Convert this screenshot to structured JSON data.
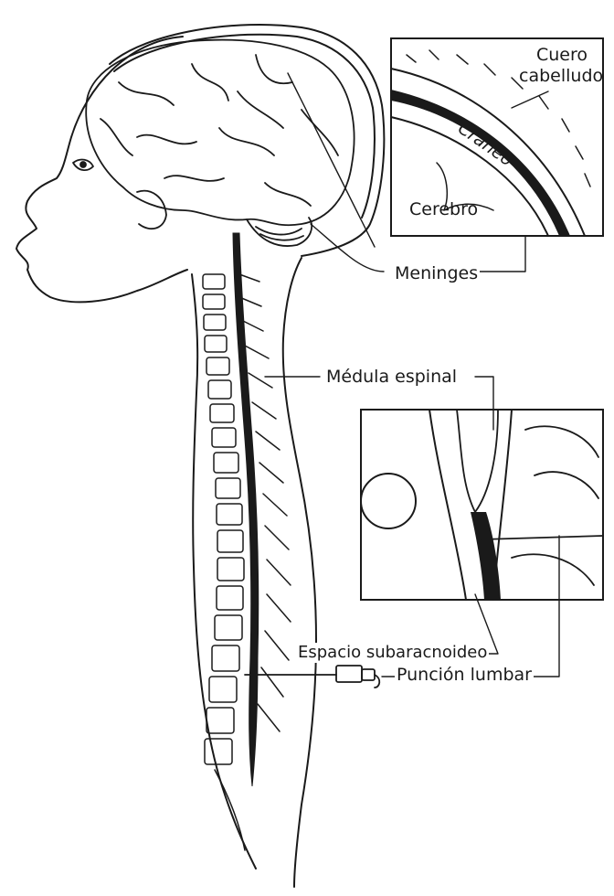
{
  "labels": {
    "scalp": "Cuero\ncabelludo",
    "scalp_line1": "Cuero",
    "scalp_line2": "cabelludo",
    "skull": "Cráneo",
    "brain": "Cerebro",
    "meninges": "Meninges",
    "spinal_cord": "Médula espinal",
    "subarachnoid_space": "Espacio subaracnoideo",
    "lumbar_puncture": "Punción lumbar"
  }
}
